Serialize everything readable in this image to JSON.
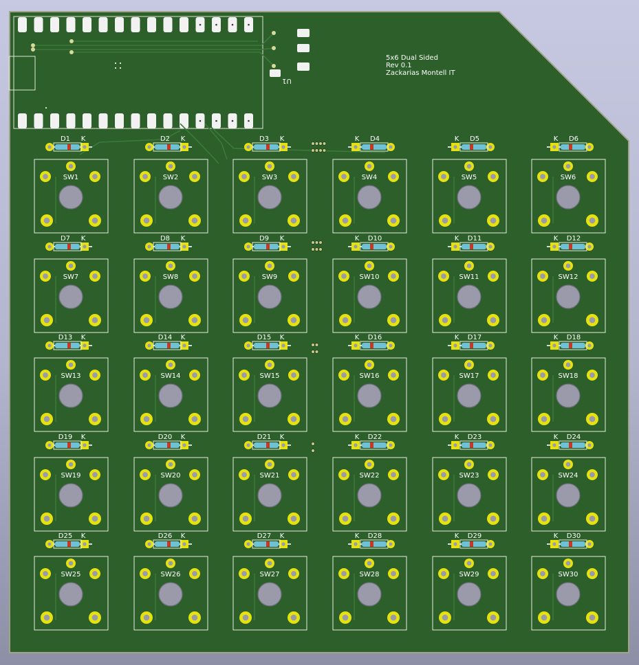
{
  "board": {
    "title": "5x6 Dual Sided",
    "revision": "Rev 0.1",
    "author": "Zackarias Montell IT",
    "mcu_ref": "U1",
    "cathode_mark": "K",
    "colors": {
      "soldermask": "#2c5f2a",
      "silkscreen": "#ffffff",
      "copper_pad": "#e6e20f",
      "drill": "#9a9aaa",
      "diode_body": "#6fc2d6",
      "diode_band": "#c6381f"
    }
  },
  "keys": [
    {
      "sw": "SW1",
      "diode": "D1"
    },
    {
      "sw": "SW2",
      "diode": "D2"
    },
    {
      "sw": "SW3",
      "diode": "D3"
    },
    {
      "sw": "SW4",
      "diode": "D4"
    },
    {
      "sw": "SW5",
      "diode": "D5"
    },
    {
      "sw": "SW6",
      "diode": "D6"
    },
    {
      "sw": "SW7",
      "diode": "D7"
    },
    {
      "sw": "SW8",
      "diode": "D8"
    },
    {
      "sw": "SW9",
      "diode": "D9"
    },
    {
      "sw": "SW10",
      "diode": "D10"
    },
    {
      "sw": "SW11",
      "diode": "D11"
    },
    {
      "sw": "SW12",
      "diode": "D12"
    },
    {
      "sw": "SW13",
      "diode": "D13"
    },
    {
      "sw": "SW14",
      "diode": "D14"
    },
    {
      "sw": "SW15",
      "diode": "D15"
    },
    {
      "sw": "SW16",
      "diode": "D16"
    },
    {
      "sw": "SW17",
      "diode": "D17"
    },
    {
      "sw": "SW18",
      "diode": "D18"
    },
    {
      "sw": "SW19",
      "diode": "D19"
    },
    {
      "sw": "SW20",
      "diode": "D20"
    },
    {
      "sw": "SW21",
      "diode": "D21"
    },
    {
      "sw": "SW22",
      "diode": "D22"
    },
    {
      "sw": "SW23",
      "diode": "D23"
    },
    {
      "sw": "SW24",
      "diode": "D24"
    },
    {
      "sw": "SW25",
      "diode": "D25"
    },
    {
      "sw": "SW26",
      "diode": "D26"
    },
    {
      "sw": "SW27",
      "diode": "D27"
    },
    {
      "sw": "SW28",
      "diode": "D28"
    },
    {
      "sw": "SW29",
      "diode": "D29"
    },
    {
      "sw": "SW30",
      "diode": "D30"
    }
  ]
}
